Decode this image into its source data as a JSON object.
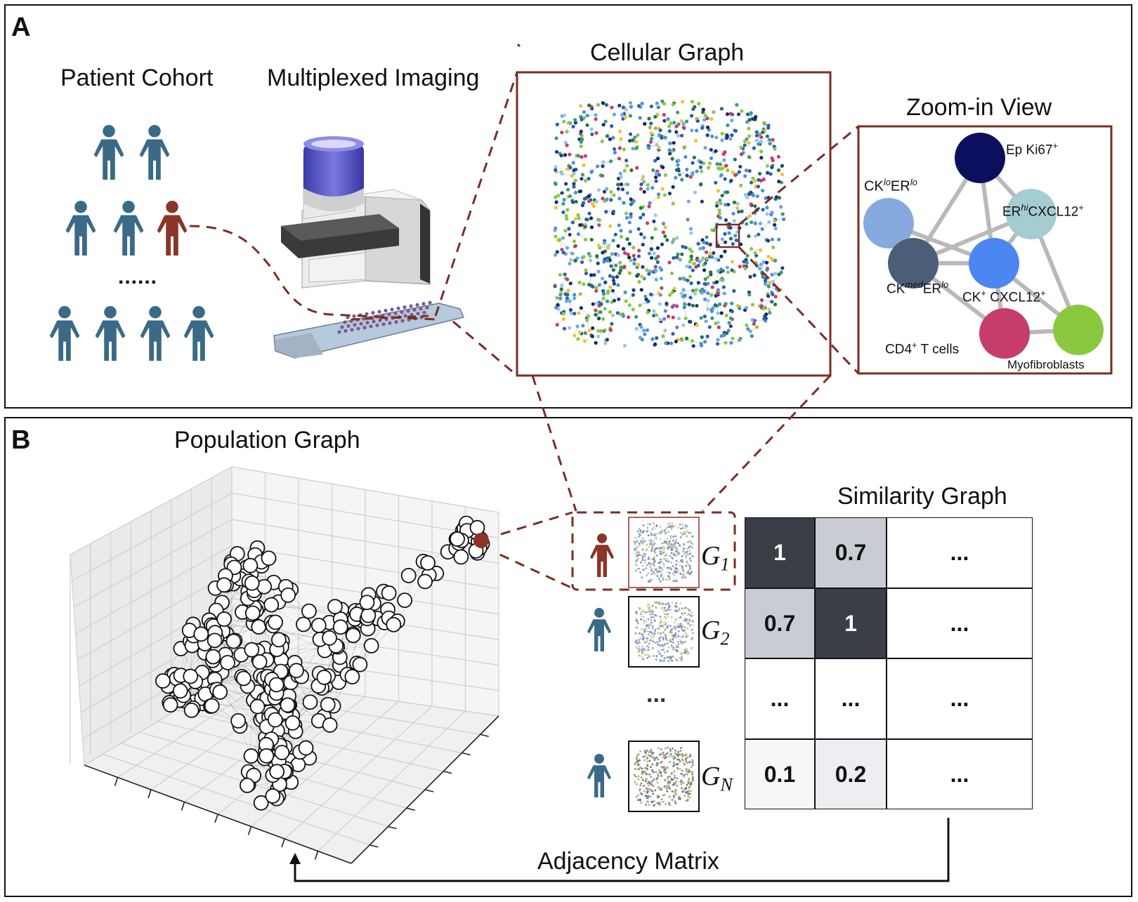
{
  "panel_a": {
    "letter": "A",
    "patient_cohort_title": "Patient Cohort",
    "imaging_title": "Multiplexed Imaging",
    "cellular_graph_title": "Cellular Graph",
    "zoom_title": "Zoom-in View",
    "cohort_ellipsis": "......",
    "zoom_nodes": [
      {
        "id": "ep_ki67",
        "base": "Ep Ki67",
        "sup": "+",
        "color": "#0c0e5e"
      },
      {
        "id": "ck_lo_er_lo",
        "base": "CK",
        "sup": "lo",
        "base2": "ER",
        "sup2": "lo",
        "color": "#86aade"
      },
      {
        "id": "er_hi_cxcl12",
        "base": "ER",
        "sup": "hi",
        "base2": "CXCL12",
        "sup2": "+",
        "color": "#a5ccd0"
      },
      {
        "id": "ck_med_er_lo",
        "base": "CK",
        "sup": "med",
        "base2": "ER",
        "sup2": "lo",
        "color": "#4a5e78"
      },
      {
        "id": "ck_cxcl12",
        "base": "CK",
        "sup": "+",
        "base2": " CXCL12",
        "sup2": "+",
        "color": "#4c86f0"
      },
      {
        "id": "cd4_t",
        "base": "CD4",
        "sup": "+",
        "base2": " T cells",
        "sup2": "",
        "color": "#c63c6a"
      },
      {
        "id": "myofibroblasts",
        "base": "Myofibroblasts",
        "sup": "",
        "color": "#8ac840"
      }
    ],
    "colors": {
      "highlight_patient": "#8a3528",
      "patient": "#3b6a86",
      "connector": "#7a2e22"
    }
  },
  "panel_b": {
    "letter": "B",
    "population_title": "Population Graph",
    "similarity_title": "Similarity Graph",
    "adjacency_label": "Adjacency Matrix",
    "graph_labels": [
      {
        "base": "G",
        "sub": "1"
      },
      {
        "base": "G",
        "sub": "2"
      },
      {
        "base": "G",
        "sub": "N"
      }
    ],
    "graph_ellipsis": "...",
    "matrix": [
      [
        {
          "v": "1",
          "bg": "#3a3e47",
          "fg": "#ffffff"
        },
        {
          "v": "0.7",
          "bg": "#c9cdd3",
          "fg": "#111111"
        },
        {
          "v": "...",
          "bg": "#ffffff",
          "fg": "#111111"
        }
      ],
      [
        {
          "v": "0.7",
          "bg": "#c9cdd3",
          "fg": "#111111"
        },
        {
          "v": "1",
          "bg": "#3a3e47",
          "fg": "#ffffff"
        },
        {
          "v": "...",
          "bg": "#ffffff",
          "fg": "#111111"
        }
      ],
      [
        {
          "v": "...",
          "bg": "#ffffff",
          "fg": "#111111"
        },
        {
          "v": "...",
          "bg": "#ffffff",
          "fg": "#111111"
        },
        {
          "v": "...",
          "bg": "#ffffff",
          "fg": "#111111"
        }
      ],
      [
        {
          "v": "0.1",
          "bg": "#f6f7f7",
          "fg": "#111111"
        },
        {
          "v": "0.2",
          "bg": "#eceef1",
          "fg": "#111111"
        },
        {
          "v": "...",
          "bg": "#ffffff",
          "fg": "#111111"
        }
      ]
    ]
  }
}
